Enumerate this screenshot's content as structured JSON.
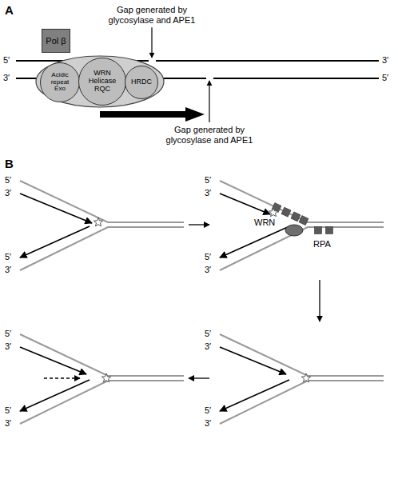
{
  "diagram": {
    "nodes": [
      {
        "text": [
          "Pol β"
        ]
      },
      {
        "text": [
          "Acidic repeat",
          "Exo"
        ]
      },
      {
        "text": [
          "WRN Helicase RQC"
        ]
      },
      {
        "text": [
          "HRDC"
        ]
      }
    ],
    "labels": [
      "A",
      "Gap generated by glycosylase and APE1",
      "5′",
      "3′",
      "3′",
      "5′",
      "Gap generated by glycosylase and APE1",
      "B",
      "5′",
      "3′",
      "5′",
      "3′",
      "5′",
      "3′",
      "5′",
      "3′",
      "WRN",
      "RPA",
      "5′",
      "3′",
      "5′",
      "3′",
      "5′",
      "3′",
      "5′",
      "3′"
    ]
  }
}
